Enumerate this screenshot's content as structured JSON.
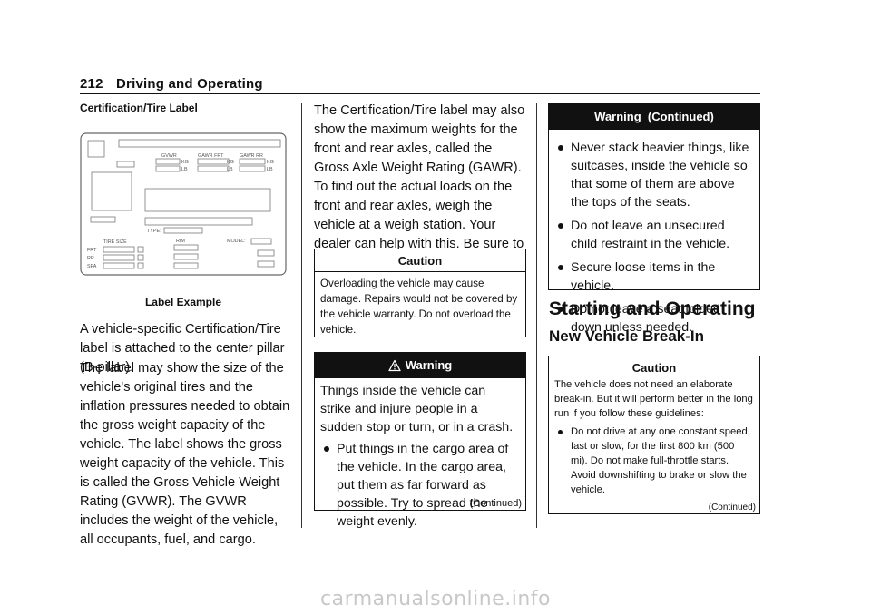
{
  "header": {
    "page_number": "212",
    "section": "Driving and Operating"
  },
  "column1": {
    "heading": "Certification/Tire Label",
    "figure": {
      "caption": "Label Example",
      "labels": {
        "gvwr": "GVWR",
        "gawr_frt": "GAWR FRT",
        "gawr_rr": "GAWR RR",
        "kg": "KG",
        "lb": "LB",
        "type": "TYPE:",
        "tire_size": "TIRE SIZE",
        "rim": "RIM",
        "model": "MODEL:",
        "frt": "FRT",
        "rr": "RR",
        "spa": "SPA"
      }
    },
    "paragraph1": "A vehicle-specific Certification/Tire label is attached to the center pillar (B-pillar).",
    "paragraph2": "The label may show the size of the vehicle's original tires and the inflation pressures needed to obtain the gross weight capacity of the vehicle. The label shows the gross weight capacity of the vehicle. This is called the Gross Vehicle Weight Rating (GVWR). The GVWR includes the weight of the vehicle, all occupants, fuel, and cargo."
  },
  "column2": {
    "paragraph1": "The Certification/Tire label may also show the maximum weights for the front and rear axles, called the Gross Axle Weight Rating (GAWR). To find out the actual loads on the front and rear axles, weigh the vehicle at a weigh station. Your dealer can help with this. Be sure to spread the load equally on both sides of the centerline.",
    "caution": {
      "title": "Caution",
      "body": "Overloading the vehicle may cause damage. Repairs would not be covered by the vehicle warranty. Do not overload the vehicle."
    },
    "warning": {
      "title": "Warning",
      "body": "Things inside the vehicle can strike and injure people in a sudden stop or turn, or in a crash.",
      "bullets": [
        "Put things in the cargo area of the vehicle. In the cargo area, put them as far forward as possible. Try to spread the weight evenly."
      ],
      "continued": "(Continued)"
    }
  },
  "column3": {
    "warning_continued": {
      "title": "Warning  (Continued)",
      "bullets": [
        "Never stack heavier things, like suitcases, inside the vehicle so that some of them are above the tops of the seats.",
        "Do not leave an unsecured child restraint in the vehicle.",
        "Secure loose items in the vehicle.",
        "Do not leave a seat folded down unless needed."
      ]
    },
    "section_title": "Starting and Operating",
    "subsection_title": "New Vehicle Break-In",
    "caution": {
      "title": "Caution",
      "body": "The vehicle does not need an elaborate break-in. But it will perform better in the long run if you follow these guidelines:",
      "bullets": [
        "Do not drive at any one constant speed, fast or slow, for the first 800 km (500 mi). Do not make full-throttle starts. Avoid downshifting to brake or slow the vehicle."
      ],
      "continued": "(Continued)"
    }
  },
  "watermark": "carmanualsonline.info"
}
